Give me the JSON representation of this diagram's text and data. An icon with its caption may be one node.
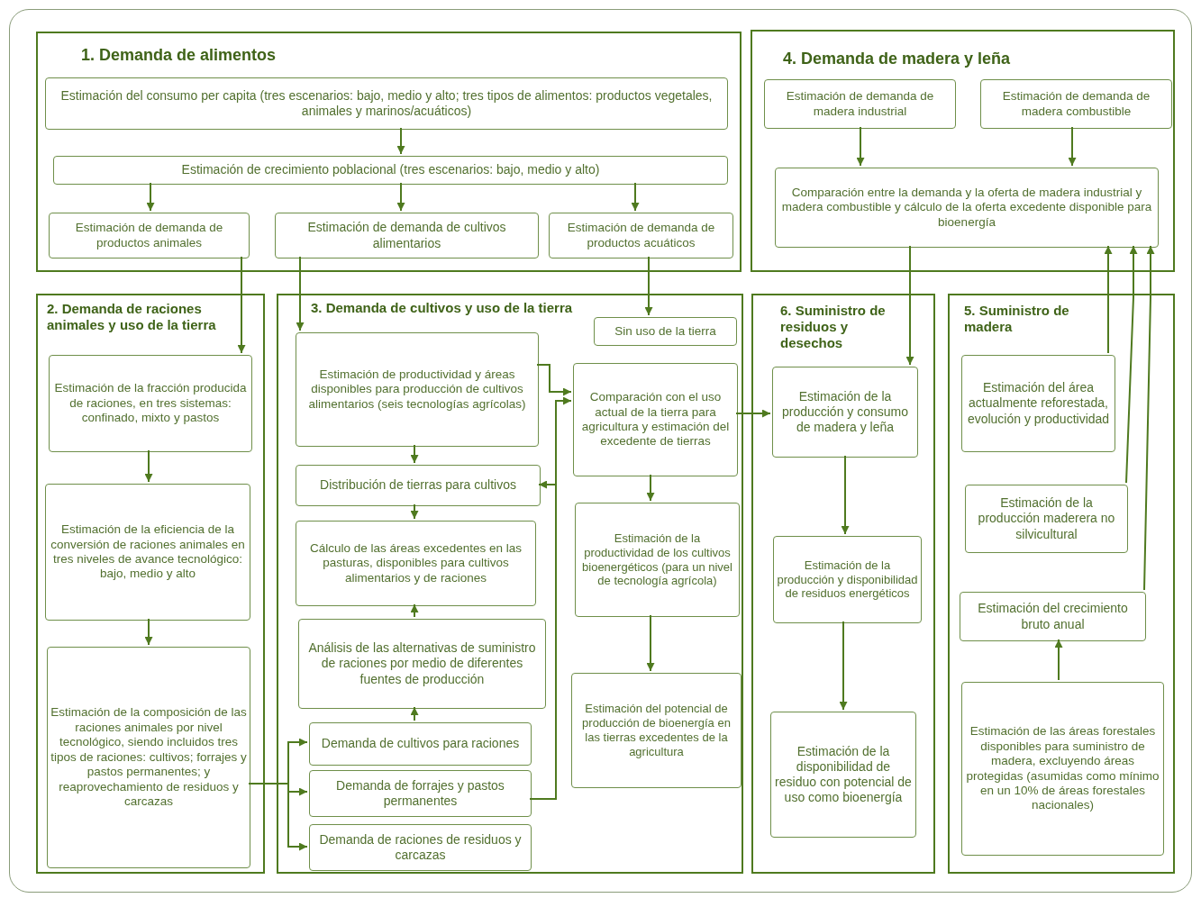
{
  "diagram": {
    "nodes": [
      {
        "text": [
          "1. Demanda de alimentos"
        ]
      },
      {
        "text": [
          "Estimación del consumo per capita (tres escenarios: bajo, medio y alto; tres tipos de alimentos: productos vegetales, animales y marinos/acuáticos)"
        ],
        "in": 0
      },
      {
        "text": [
          "Estimación de crecimiento poblacional (tres escenarios: bajo, medio y alto)"
        ],
        "in": 0
      },
      {
        "text": [
          "Estimación de demanda de productos animales"
        ],
        "in": 0
      },
      {
        "text": [
          "Estimación de demanda de cultivos alimentarios"
        ],
        "in": 0
      },
      {
        "text": [
          "Estimación de demanda de productos acuáticos"
        ],
        "in": 0
      },
      {
        "text": [
          "4. Demanda de madera y leña"
        ]
      },
      {
        "text": [
          "Estimación de demanda de madera industrial"
        ],
        "in": 6
      },
      {
        "text": [
          "Estimación de demanda de madera combustible"
        ],
        "in": 6
      },
      {
        "text": [
          "Comparación entre la demanda y la oferta de madera industrial y madera combustible y cálculo de la oferta excedente disponible para bioenergía"
        ],
        "in": 6
      },
      {
        "text": [
          "2. Demanda de raciones animales y uso de la tierra"
        ]
      },
      {
        "text": [
          "Estimación de la fracción producida de raciones, en tres sistemas: confinado, mixto y pastos"
        ],
        "in": 10
      },
      {
        "text": [
          "Estimación de la eficiencia de la conversión de raciones animales en tres niveles de avance tecnológico: bajo, medio y alto"
        ],
        "in": 10
      },
      {
        "text": [
          "Estimación de la composición de las raciones animales por nivel tecnológico, siendo incluidos tres tipos de raciones: cultivos; forrajes y pastos permanentes; y reaprovechamiento de residuos y carcazas"
        ],
        "in": 10
      },
      {
        "text": [
          "3. Demanda de cultivos y uso de la tierra"
        ]
      },
      {
        "text": [
          "Sin uso de la tierra"
        ],
        "in": 14
      },
      {
        "text": [
          "Estimación de productividad y áreas disponibles para producción de cultivos alimentarios (seis tecnologías agrícolas)"
        ],
        "in": 14
      },
      {
        "text": [
          "Distribución de tierras para cultivos"
        ],
        "in": 14
      },
      {
        "text": [
          "Cálculo de las áreas excedentes en las pasturas, disponibles para cultivos alimentarios y de raciones"
        ],
        "in": 14
      },
      {
        "text": [
          "Comparación con el uso actual de la tierra para agricultura y estimación del excedente de tierras"
        ],
        "in": 14
      },
      {
        "text": [
          "Estimación de la productividad de los cultivos bioenergéticos (para un nivel de tecnología agrícola)"
        ],
        "in": 14
      },
      {
        "text": [
          "Análisis de las alternativas de suministro de raciones por medio de diferentes fuentes de producción"
        ],
        "in": 14
      },
      {
        "text": [
          "Demanda de cultivos para raciones"
        ],
        "in": 14
      },
      {
        "text": [
          "Demanda de forrajes y pastos permanentes"
        ],
        "in": 14
      },
      {
        "text": [
          "Demanda de raciones de residuos y carcazas"
        ],
        "in": 14
      },
      {
        "text": [
          "Estimación del potencial de producción de bioenergía en las tierras excedentes de la agricultura"
        ],
        "in": 14
      },
      {
        "text": [
          "6. Suministro de residuos y desechos"
        ]
      },
      {
        "text": [
          "Estimación de la producción y consumo de madera y leña"
        ],
        "in": 26
      },
      {
        "text": [
          "Estimación de la producción y disponibilidad de residuos energéticos"
        ],
        "in": 26
      },
      {
        "text": [
          "Estimación de la disponibilidad de residuo con potencial de uso como bioenergía"
        ],
        "in": 26
      },
      {
        "text": [
          "5. Suministro de madera"
        ]
      },
      {
        "text": [
          "Estimación del área actualmente reforestada, evolución y productividad"
        ],
        "in": 30
      },
      {
        "text": [
          "Estimación de la producción maderera no silvicultural"
        ],
        "in": 30
      },
      {
        "text": [
          "Estimación del crecimiento bruto anual"
        ],
        "in": 30
      },
      {
        "text": [
          "Estimación de las áreas forestales disponibles para suministro de madera, excluyendo áreas protegidas (asumidas como mínimo en un 10% de áreas forestales nacionales)"
        ],
        "in": 30
      }
    ],
    "edges": [
      {
        "from": 1,
        "to": 2,
        "arrow": "to"
      },
      {
        "from": 2,
        "to": 3,
        "arrow": "to"
      },
      {
        "from": 2,
        "to": 4,
        "arrow": "to"
      },
      {
        "from": 2,
        "to": 5,
        "arrow": "to"
      },
      {
        "from": 3,
        "to": 11,
        "arrow": "to"
      },
      {
        "from": 4,
        "to": 16,
        "arrow": "to"
      },
      {
        "from": 5,
        "to": 15,
        "arrow": "to"
      },
      {
        "from": 7,
        "to": 9,
        "arrow": "to"
      },
      {
        "from": 8,
        "to": 9,
        "arrow": "to"
      },
      {
        "from": 9,
        "to": 27,
        "arrow": "to"
      },
      {
        "from": 11,
        "to": 12,
        "arrow": "to"
      },
      {
        "from": 12,
        "to": 13,
        "arrow": "to"
      },
      {
        "from": 13,
        "to": 22,
        "arrow": "to"
      },
      {
        "from": 13,
        "to": 23,
        "arrow": "to"
      },
      {
        "from": 13,
        "to": 24,
        "arrow": "to"
      },
      {
        "from": 16,
        "to": 17,
        "arrow": "to"
      },
      {
        "from": 17,
        "to": 18,
        "arrow": "to"
      },
      {
        "from": 21,
        "to": 18,
        "arrow": "to"
      },
      {
        "from": 22,
        "to": 21,
        "arrow": "to"
      },
      {
        "from": 16,
        "to": 19,
        "arrow": "to"
      },
      {
        "from": 23,
        "to": 19,
        "arrow": "to"
      },
      {
        "from": 23,
        "to": 17,
        "arrow": "to"
      },
      {
        "from": 19,
        "to": 27,
        "arrow": "to"
      },
      {
        "from": 19,
        "to": 20,
        "arrow": "to"
      },
      {
        "from": 20,
        "to": 25,
        "arrow": "to"
      },
      {
        "from": 27,
        "to": 28,
        "arrow": "to"
      },
      {
        "from": 28,
        "to": 29,
        "arrow": "to"
      },
      {
        "from": 34,
        "to": 33,
        "arrow": "to"
      },
      {
        "from": 31,
        "to": 9,
        "arrow": "to"
      },
      {
        "from": 32,
        "to": 9,
        "arrow": "to"
      },
      {
        "from": 33,
        "to": 9,
        "arrow": "to"
      }
    ]
  }
}
